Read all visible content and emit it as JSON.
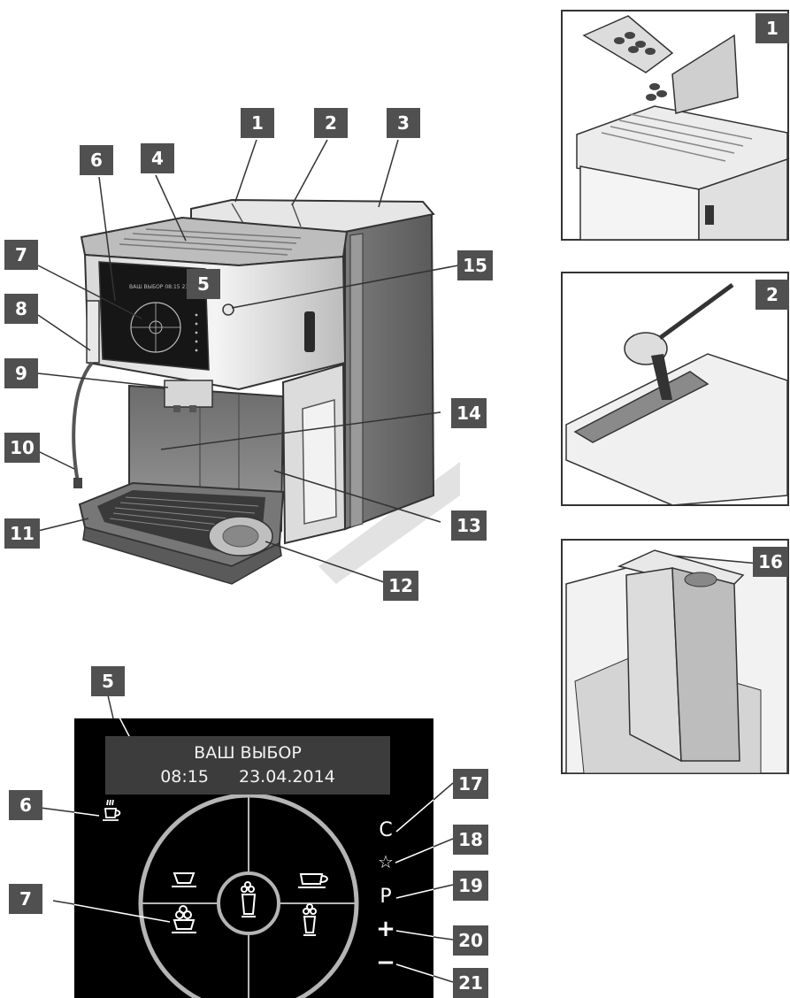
{
  "panel_display": {
    "line1": "ВАШ ВЫБОР",
    "time": "08:15",
    "date": "23.04.2014"
  },
  "side_buttons": {
    "clean": "C",
    "favorite": "☆",
    "program": "P",
    "plus": "+",
    "minus": "−"
  },
  "labels": {
    "c1": "1",
    "c2": "2",
    "c3": "3",
    "c4": "4",
    "c5": "5",
    "c6": "6",
    "c7": "7",
    "c8": "8",
    "c9": "9",
    "c10": "10",
    "c11": "11",
    "c12": "12",
    "c13": "13",
    "c14": "14",
    "c15": "15",
    "i1": "1",
    "i2": "2",
    "i16": "16",
    "p5": "5",
    "p6": "6",
    "p7": "7",
    "p17": "17",
    "p18": "18",
    "p19": "19",
    "p20": "20",
    "p21": "21"
  },
  "mini_display_text": "ВАШ ВЫБОР 08:15 23.04.2014"
}
